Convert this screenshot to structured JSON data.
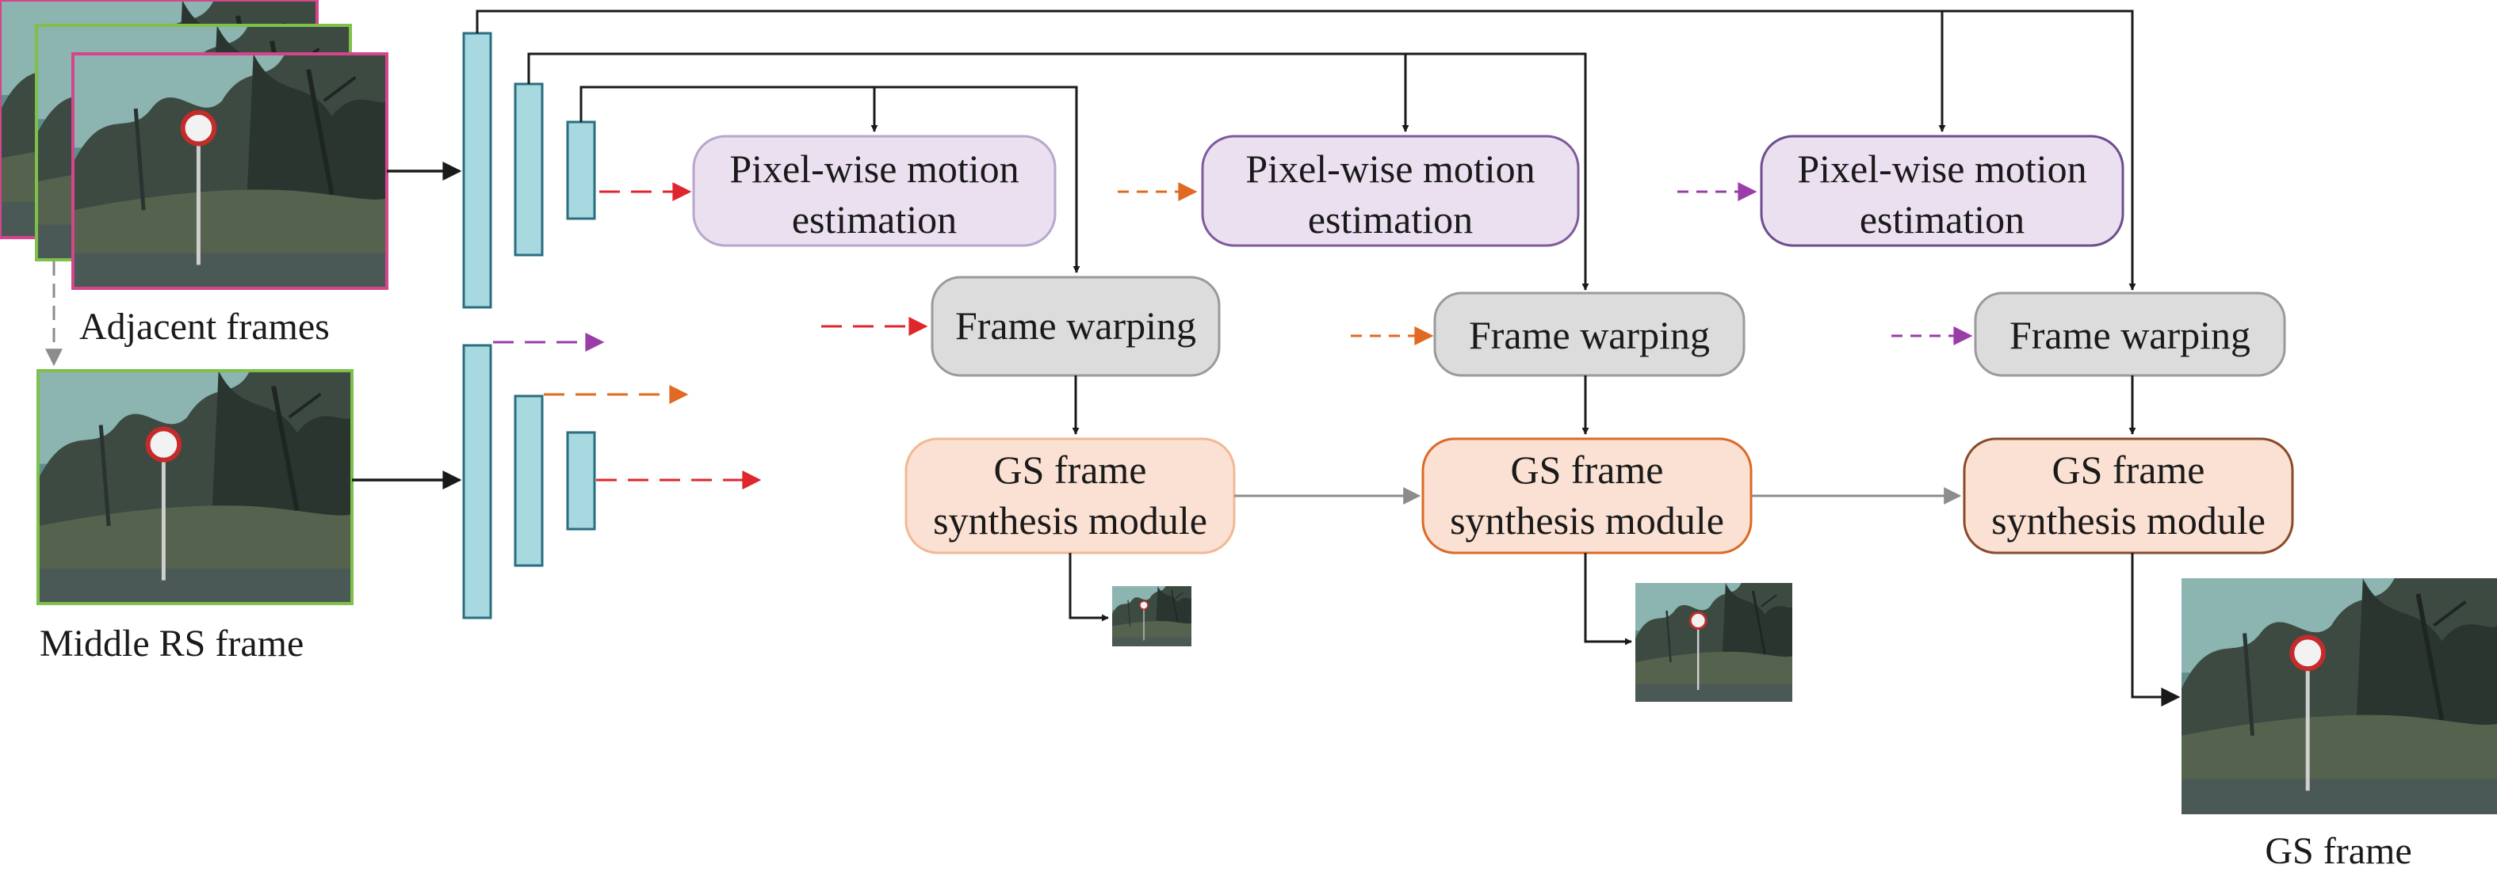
{
  "labels": {
    "adjacent_frames": "Adjacent frames",
    "middle_rs_frame": "Middle RS frame",
    "gs_frame": "GS frame"
  },
  "stages": [
    {
      "motion": [
        "Pixel-wise motion",
        "estimation"
      ],
      "warping": "Frame warping",
      "synthesis": [
        "GS frame",
        "synthesis module"
      ],
      "colors": {
        "motion_fill": "#ebe0f0",
        "motion_stroke": "#b8a6cc",
        "synth_fill": "#fbe1d3",
        "synth_stroke": "#f2b894",
        "arrow": "#e0262d"
      }
    },
    {
      "motion": [
        "Pixel-wise motion",
        "estimation"
      ],
      "warping": "Frame warping",
      "synthesis": [
        "GS frame",
        "synthesis module"
      ],
      "colors": {
        "motion_fill": "#ebe0f0",
        "motion_stroke": "#7f5a9e",
        "synth_fill": "#fbe1d3",
        "synth_stroke": "#db6a25",
        "arrow": "#e06a22"
      }
    },
    {
      "motion": [
        "Pixel-wise motion",
        "estimation"
      ],
      "warping": "Frame warping",
      "synthesis": [
        "GS frame",
        "synthesis module"
      ],
      "colors": {
        "motion_fill": "#ebe0f0",
        "motion_stroke": "#6d4d8e",
        "synth_fill": "#fbe1d3",
        "synth_stroke": "#8a4a2a",
        "arrow": "#9a3da8"
      }
    }
  ],
  "colors": {
    "encoder_fill": "#a8d8e0",
    "encoder_stroke": "#2a6e80",
    "warping_fill": "#dcdcdc",
    "warping_stroke": "#9a9a9a",
    "frame_border_pink": "#d4458c",
    "frame_border_green": "#7fc04a",
    "arrow_black": "#1a1a1a",
    "arrow_gray": "#8c8c8c"
  }
}
